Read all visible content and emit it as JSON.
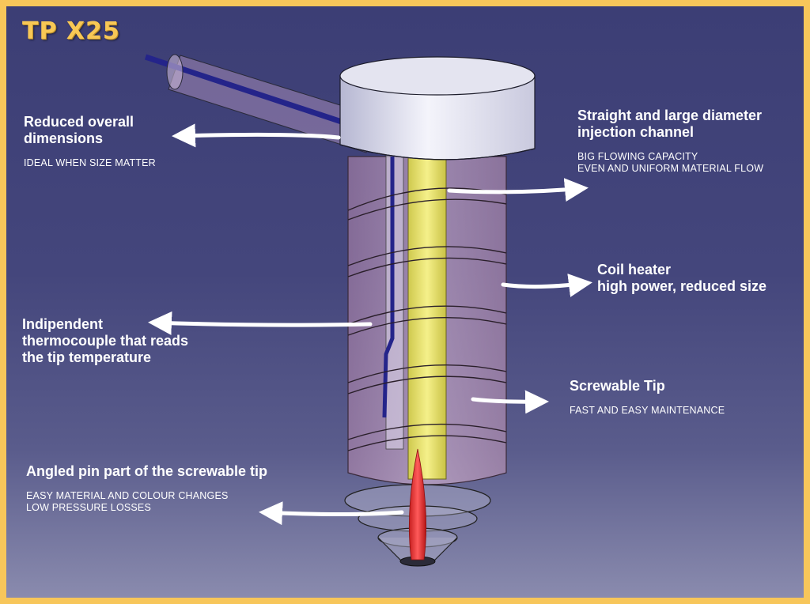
{
  "title": "TP X25",
  "callouts": {
    "reduced": {
      "head": [
        "Reduced overall",
        "dimensions"
      ],
      "sub": [
        "IDEAL WHEN SIZE MATTER"
      ]
    },
    "channel": {
      "head": [
        "Straight and large diameter",
        "injection channel"
      ],
      "sub": [
        "BIG FLOWING CAPACITY",
        "EVEN AND UNIFORM MATERIAL FLOW"
      ]
    },
    "coil": {
      "head": [
        "Coil heater",
        "high power, reduced size"
      ],
      "sub": []
    },
    "thermocouple": {
      "head": [
        "Indipendent",
        "thermocouple that reads",
        "the tip temperature"
      ],
      "sub": []
    },
    "tip": {
      "head": [
        "Screwable Tip"
      ],
      "sub": [
        "FAST AND EASY MAINTENANCE"
      ]
    },
    "pin": {
      "head": [
        "Angled pin part of the screwable tip"
      ],
      "sub": [
        "EASY MATERIAL AND COLOUR CHANGES",
        "LOW PRESSURE LOSSES"
      ]
    }
  },
  "colors": {
    "border": "#f7c65a",
    "background": "#44467c",
    "title": "#f8c855",
    "body_translucent": "#d9a6c4",
    "cap": "#e6e6f2",
    "channel": "#e8e06a",
    "pin": "#e53030",
    "thermocouple": "#2a2a9a"
  }
}
